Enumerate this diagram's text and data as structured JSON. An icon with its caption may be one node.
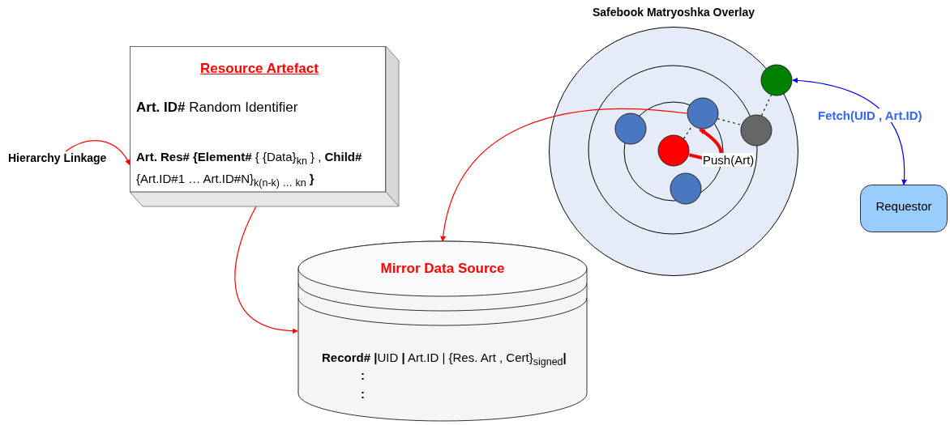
{
  "diagram": {
    "nodes": [
      {
        "text": [
          "Hierarchy Linkage"
        ]
      },
      {
        "text": [
          "Resource Artefact",
          "**Art. ID#** Random Identifier",
          "**Art. Res# {Element#** { {Data}$_{kn}$ } , **Child#** {Art.ID#1 … Art.ID#N}$_{k(n-k) … kn}$ **}**"
        ]
      },
      {
        "text": [
          "Safebook Matryoshka Overlay"
        ]
      },
      {
        "text": [],
        "shape": "circle",
        "in": 2
      },
      {
        "text": [],
        "shape": "circle",
        "in": 2
      },
      {
        "text": [],
        "shape": "circle",
        "in": 2
      },
      {
        "text": [],
        "shape": "circle",
        "in": 2
      },
      {
        "text": [],
        "shape": "circle",
        "in": 2
      },
      {
        "text": [],
        "shape": "circle",
        "in": 2
      },
      {
        "text": [
          "Requestor"
        ]
      },
      {
        "text": [
          "Mirror Data Source",
          "**Record# |**UID **|** Art.ID | {Res. Art , Cert}$_{signed}$**|**",
          ":",
          ":"
        ]
      }
    ],
    "edges": [
      {
        "from": 0,
        "to": 1,
        "arrow": "to",
        "color": "#ff0000"
      },
      {
        "from": 1,
        "to": 10,
        "arrow": "to",
        "color": "#ff0000"
      },
      {
        "from": 4,
        "to": 10,
        "arrow": "to",
        "color": "#ff0000"
      },
      {
        "from": 7,
        "to": 4,
        "arrow": "to",
        "label": "Push(Art)",
        "style": "thick",
        "color": "#ff0000"
      },
      {
        "from": 4,
        "to": 6,
        "arrow": "none",
        "style": "dashed",
        "color": "#000000"
      },
      {
        "from": 6,
        "to": 3,
        "arrow": "none",
        "style": "dashed",
        "color": "#000000"
      },
      {
        "from": 7,
        "to": 4,
        "arrow": "none",
        "style": "dashed",
        "color": "#000000"
      },
      {
        "from": 3,
        "to": 9,
        "arrow": "both",
        "label": "Fetch(UID , Art.ID)",
        "color": "#0000ff"
      }
    ]
  }
}
